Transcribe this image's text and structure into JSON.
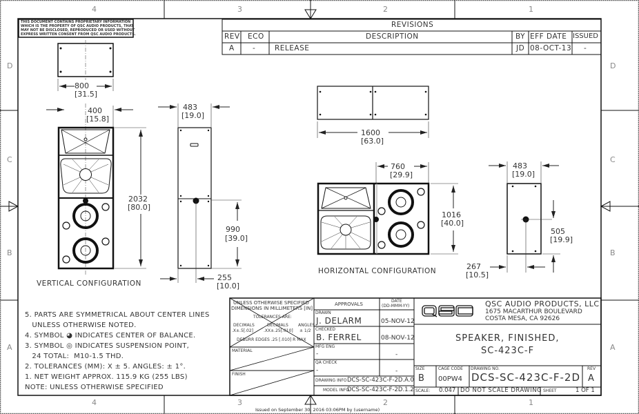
{
  "border": {
    "columns": [
      "4",
      "3",
      "2",
      "1"
    ],
    "rows": [
      "D",
      "C",
      "B",
      "A"
    ]
  },
  "proprietary_notice": [
    "THIS DOCUMENT CONTAINS PROPRIETARY INFORMATION",
    "WHICH IS THE PROPERTY OF QSC AUDIO PRODUCTS, THAT",
    "MAY NOT BE DISCLOSED, REPRODUCED OR USED WITHOUT",
    "EXPRESS WRITTEN CONSENT FROM QSC AUDIO PRODUCTS."
  ],
  "revisions": {
    "title": "REVISIONS",
    "headers": [
      "REV",
      "ECO",
      "DESCRIPTION",
      "BY",
      "EFF DATE",
      "ISSUED"
    ],
    "rows": [
      {
        "rev": "A",
        "eco": "-",
        "description": "RELEASE",
        "by": "JD",
        "eff_date": "08-OCT-13",
        "issued": "-"
      }
    ]
  },
  "dimensions": {
    "top_view_vertical": {
      "mm": "800",
      "in": "[31.5]"
    },
    "front_width_vertical": {
      "mm": "400",
      "in": "[15.8]"
    },
    "height_vertical": {
      "mm": "2032",
      "in": "[80.0]"
    },
    "side_width_vertical": {
      "mm": "483",
      "in": "[19.0]"
    },
    "cob_height_vertical": {
      "mm": "990",
      "in": "[39.0]"
    },
    "cob_depth_vertical": {
      "mm": "255",
      "in": "[10.0]"
    },
    "top_view_horizontal": {
      "mm": "1600",
      "in": "[63.0]"
    },
    "half_width_horizontal": {
      "mm": "760",
      "in": "[29.9]"
    },
    "height_horizontal": {
      "mm": "1016",
      "in": "[40.0]"
    },
    "side_width_horizontal": {
      "mm": "483",
      "in": "[19.0]"
    },
    "cob_height_horizontal": {
      "mm": "505",
      "in": "[19.9]"
    },
    "cob_depth_horizontal": {
      "mm": "267",
      "in": "[10.5]"
    }
  },
  "views": {
    "vertical_label": "VERTICAL CONFIGURATION",
    "horizontal_label": "HORIZONTAL CONFIGURATION"
  },
  "notes": [
    "5. PARTS ARE SYMMETRICAL ABOUT CENTER LINES",
    "   UNLESS OTHERWISE NOTED.",
    "4. SYMBOL ◕ INDICATES CENTER OF BALANCE.",
    "3. SYMBOL ◎ INDICATES SUSPENSION POINT,",
    "   24 TOTAL:  M10-1.5 THD.",
    "2. TOLERANCES (MM): X ± 5. ANGLES: ± 1°.",
    "1. NET WEIGHT APPROX. 115.9 KG (255 LBS)",
    "NOTE:  UNLESS OTHERWISE SPECIFIED"
  ],
  "tolerance_block": {
    "line1": "UNLESS OTHERWISE SPECIFIED",
    "line2": "DIMENSIONS IN MILLIMETERS [IN]",
    "line3": "TOLERANCES ARE:",
    "col1a": "DECIMALS",
    "col1b": ".X±.5[.02]",
    "col2a": "DECIMALS",
    "col2b": ".XX±.25[.010]",
    "col3a": "ANGLES",
    "col3b": "± 1/2",
    "deburr": "DEBURR EDGES .25 [.010] R MAX",
    "material": "MATERIAL",
    "finish": "FINISH"
  },
  "approvals": {
    "header": "APPROVALS",
    "date_header": "DATE",
    "date_format": "(DD-MMM-YY)",
    "drawn_label": "DRAWN",
    "drawn_name": "J. DELARM",
    "drawn_date": "05-NOV-12",
    "checked_label": "CHECKED",
    "checked_name": "B. FERREL",
    "checked_date": "08-NOV-12",
    "mfg_label": "MFG ENG",
    "mfg_name": "-",
    "mfg_date": "-",
    "qa_label": "QA CHECK",
    "qa_name": "-",
    "qa_date": "-",
    "drawing_info_label": "DRAWING INFO",
    "drawing_info": "DCS-SC-423C-F-2D.A.0",
    "model_info_label": "MODEL INFO",
    "model_info": "DCS-SC-423C-F-2D.1.2"
  },
  "company": {
    "logo": "QSC",
    "name": "QSC AUDIO PRODUCTS, LLC",
    "address1": "1675  MACARTHUR BOULEVARD",
    "address2": "COSTA MESA, CA  92626"
  },
  "title_block": {
    "title1": "SPEAKER, FINISHED,",
    "title2": "SC-423C-F",
    "size_label": "SIZE",
    "size": "B",
    "cage_label": "CAGE CODE",
    "cage": "00PW4",
    "dwg_label": "DRAWING NO.",
    "dwg": "DCS-SC-423C-F-2D",
    "rev_label": "REV",
    "rev": "A",
    "scale_label": "SCALE:",
    "scale": "0.047",
    "dns": "DO NOT SCALE DRAWING",
    "sheet_label": "SHEET",
    "sheet": "1 OF 1"
  },
  "footer": {
    "issued": "Issued on September 30, 2016 03:06PM by (username)"
  }
}
